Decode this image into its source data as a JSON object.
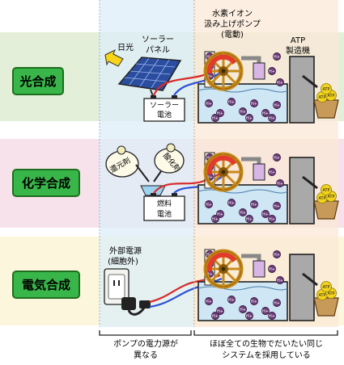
{
  "pump_header": [
    "水素イオン",
    "汲み上げポンプ",
    "(電動)"
  ],
  "atp_header": [
    "ATP",
    "製造機"
  ],
  "rows": [
    {
      "title": "光合成",
      "power_labels": [
        "日光",
        "ソーラー",
        "パネル"
      ],
      "battery": [
        "ソーラー",
        "電池"
      ]
    },
    {
      "title": "化学合成",
      "power_labels": [
        "還元剤",
        "酸化剤"
      ],
      "battery": [
        "燃料",
        "電池"
      ]
    },
    {
      "title": "電気合成",
      "power_labels": [
        "外部電源",
        "(細胞外)"
      ],
      "battery": []
    }
  ],
  "footer_left": [
    "ポンプの電力源が",
    "異なる"
  ],
  "footer_right": [
    "ほぼ全ての生物でだいたい同じ",
    "システムを採用している"
  ],
  "ion_label": "H⁺",
  "atp_ball": "ATP",
  "colors": {
    "row1_bg": "#e4efd9",
    "row2_bg": "#f7e2ec",
    "row3_bg": "#fbf6dc",
    "left_col": "#ddeef8",
    "right_col": "#fbe8d6",
    "label_green": "#39b64a",
    "label_border": "#1f6e1f"
  }
}
